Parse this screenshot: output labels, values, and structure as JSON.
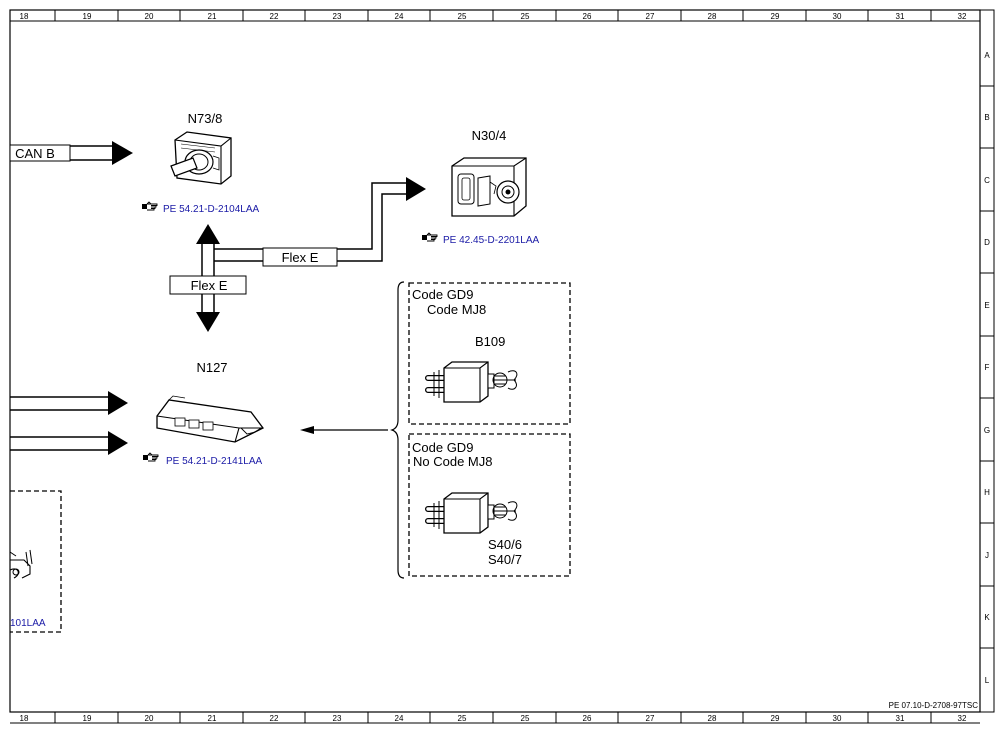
{
  "grid": {
    "columns": [
      "18",
      "19",
      "20",
      "21",
      "22",
      "23",
      "24",
      "25",
      "25",
      "26",
      "27",
      "28",
      "29",
      "30",
      "31",
      "32"
    ],
    "rows": [
      "A",
      "B",
      "C",
      "D",
      "E",
      "F",
      "G",
      "H",
      "J",
      "K",
      "L"
    ]
  },
  "components": {
    "n73_8": {
      "label": "N73/8",
      "ref": "PE 54.21-D-2104LAA"
    },
    "n30_4": {
      "label": "N30/4",
      "ref": "PE 42.45-D-2201LAA"
    },
    "n127": {
      "label": "N127",
      "ref": "PE 54.21-D-2141LAA"
    },
    "b109": {
      "label": "B109"
    },
    "s40": {
      "label_1": "S40/6",
      "label_2": "S40/7"
    },
    "left_partial": {
      "ref": "101LAA"
    }
  },
  "buses": {
    "can_b": "CAN B",
    "flex_e_upper": "Flex E",
    "flex_e_lower": "Flex E"
  },
  "code_boxes": {
    "top": {
      "line_1": "Code GD9",
      "line_2": "Code MJ8"
    },
    "bottom": {
      "line_1": "Code GD9",
      "line_2": "No Code MJ8"
    }
  },
  "footer": {
    "doc_id": "PE 07.10-D-2708-97TSC"
  },
  "icons": [
    "reference-hand-icon"
  ]
}
